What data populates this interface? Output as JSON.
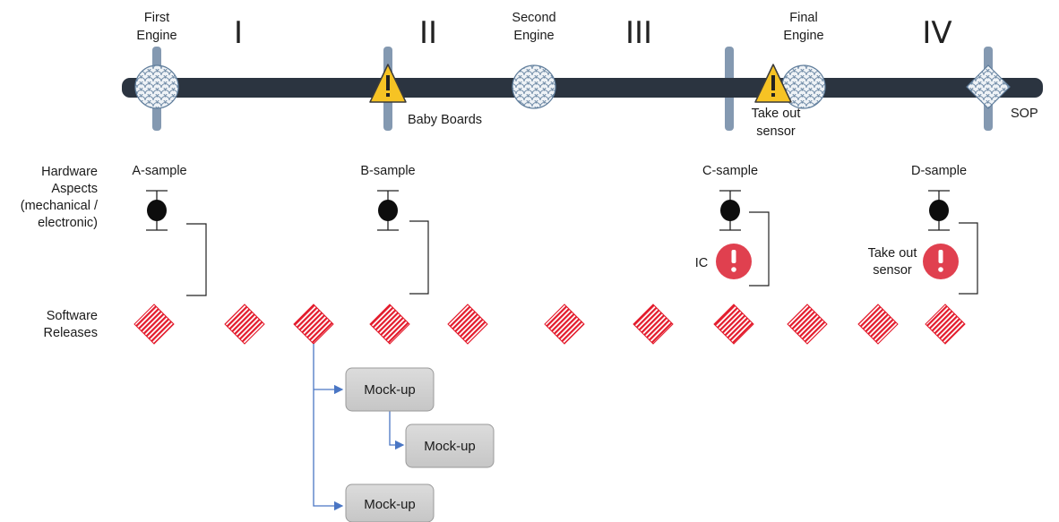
{
  "phases": [
    "I",
    "II",
    "III",
    "IV"
  ],
  "milestones": {
    "first_engine": [
      "First",
      "Engine"
    ],
    "second_engine": [
      "Second",
      "Engine"
    ],
    "final_engine": [
      "Final",
      "Engine"
    ],
    "baby_boards": "Baby Boards",
    "take_out_sensor_top": [
      "Take out",
      "sensor"
    ],
    "sop": "SOP"
  },
  "rows": {
    "hardware": [
      "Hardware",
      "Aspects",
      "(mechanical /",
      "electronic)"
    ],
    "software": [
      "Software",
      "Releases"
    ]
  },
  "samples": [
    "A-sample",
    "B-sample",
    "C-sample",
    "D-sample"
  ],
  "issues": {
    "ic": "IC",
    "take_out_sensor": [
      "Take out",
      "sensor"
    ]
  },
  "mockups": [
    "Mock-up",
    "Mock-up",
    "Mock-up"
  ],
  "colors": {
    "timeline_bar": "#2b3440",
    "gate": "#8499b1",
    "engine_fill": "#dfe6ee",
    "engine_stroke": "#5f7d9b",
    "release_red": "#e31a2b",
    "warning_yellow": "#f6c324",
    "alert_red": "#e0404f",
    "mockup_fill": "#d2d2d2",
    "mockup_stroke": "#9a9a9a",
    "connector_blue": "#4a76c4"
  }
}
